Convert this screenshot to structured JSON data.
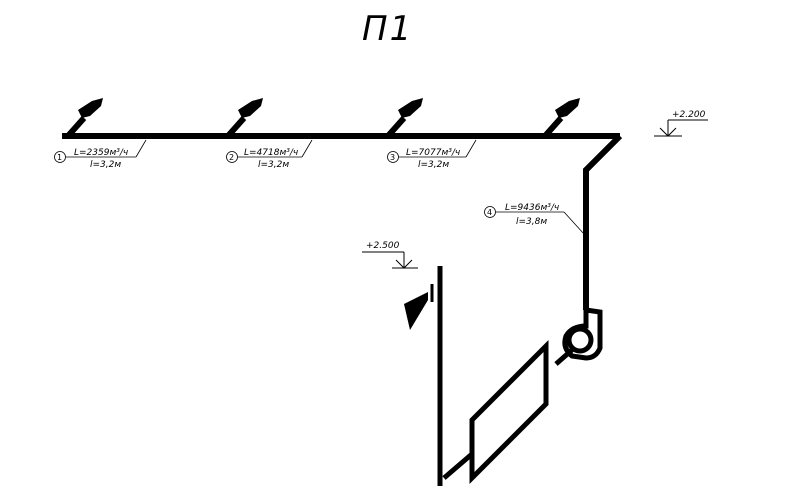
{
  "title": "П1",
  "colors": {
    "line": "#000000",
    "background": "#ffffff"
  },
  "levels": [
    {
      "label": "+2.200"
    },
    {
      "label": "+2.500"
    }
  ],
  "sections": [
    {
      "number": "1",
      "flow": "L=2359м³/ч",
      "length": "l=3,2м"
    },
    {
      "number": "2",
      "flow": "L=4718м³/ч",
      "length": "l=3,2м"
    },
    {
      "number": "3",
      "flow": "L=7077м³/ч",
      "length": "l=3,2м"
    },
    {
      "number": "4",
      "flow": "L=9436м³/ч",
      "length": "l=3,8м"
    }
  ]
}
